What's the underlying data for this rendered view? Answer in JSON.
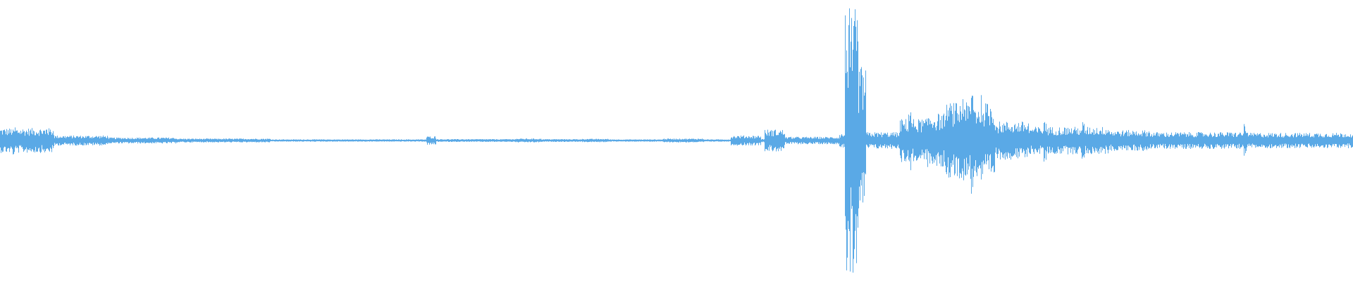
{
  "waveform": {
    "color": "#5aa9e6",
    "background": "#ffffff",
    "segments": [
      {
        "start": 0.0,
        "end": 0.04,
        "amp": 0.09
      },
      {
        "start": 0.04,
        "end": 0.08,
        "amp": 0.035
      },
      {
        "start": 0.08,
        "end": 0.13,
        "amp": 0.02
      },
      {
        "start": 0.13,
        "end": 0.2,
        "amp": 0.012
      },
      {
        "start": 0.2,
        "end": 0.3,
        "amp": 0.006
      },
      {
        "start": 0.3,
        "end": 0.315,
        "amp": 0.006
      },
      {
        "start": 0.315,
        "end": 0.322,
        "amp": 0.03
      },
      {
        "start": 0.322,
        "end": 0.38,
        "amp": 0.008
      },
      {
        "start": 0.38,
        "end": 0.4,
        "amp": 0.012
      },
      {
        "start": 0.4,
        "end": 0.43,
        "amp": 0.008
      },
      {
        "start": 0.43,
        "end": 0.45,
        "amp": 0.01
      },
      {
        "start": 0.45,
        "end": 0.49,
        "amp": 0.006
      },
      {
        "start": 0.49,
        "end": 0.52,
        "amp": 0.012
      },
      {
        "start": 0.52,
        "end": 0.54,
        "amp": 0.006
      },
      {
        "start": 0.54,
        "end": 0.562,
        "amp": 0.035
      },
      {
        "start": 0.562,
        "end": 0.565,
        "amp": 0.01
      },
      {
        "start": 0.565,
        "end": 0.58,
        "amp": 0.08
      },
      {
        "start": 0.58,
        "end": 0.62,
        "amp": 0.025
      },
      {
        "start": 0.62,
        "end": 0.624,
        "amp": 0.05
      },
      {
        "start": 0.624,
        "end": 0.634,
        "amp": 0.98
      },
      {
        "start": 0.634,
        "end": 0.64,
        "amp": 0.55
      },
      {
        "start": 0.64,
        "end": 0.665,
        "amp": 0.06
      },
      {
        "start": 0.665,
        "end": 0.685,
        "amp": 0.16
      },
      {
        "start": 0.685,
        "end": 0.7,
        "amp": 0.2
      },
      {
        "start": 0.7,
        "end": 0.735,
        "amp": 0.28
      },
      {
        "start": 0.735,
        "end": 0.76,
        "amp": 0.14
      },
      {
        "start": 0.76,
        "end": 0.82,
        "amp": 0.1
      },
      {
        "start": 0.82,
        "end": 0.85,
        "amp": 0.075
      },
      {
        "start": 0.85,
        "end": 0.92,
        "amp": 0.06
      },
      {
        "start": 0.92,
        "end": 1.0,
        "amp": 0.055
      }
    ],
    "peaks": [
      {
        "pos": 0.01,
        "amp": 0.12
      },
      {
        "pos": 0.034,
        "amp": 0.11
      },
      {
        "pos": 0.318,
        "amp": 0.03
      },
      {
        "pos": 0.628,
        "amp": 1.0
      },
      {
        "pos": 0.631,
        "amp": 0.98
      },
      {
        "pos": 0.672,
        "amp": 0.25
      },
      {
        "pos": 0.7,
        "amp": 0.28
      },
      {
        "pos": 0.712,
        "amp": 0.35
      },
      {
        "pos": 0.718,
        "amp": 0.46
      },
      {
        "pos": 0.726,
        "amp": 0.4
      },
      {
        "pos": 0.772,
        "amp": 0.18
      },
      {
        "pos": 0.8,
        "amp": 0.15
      },
      {
        "pos": 0.92,
        "amp": 0.14
      }
    ]
  }
}
